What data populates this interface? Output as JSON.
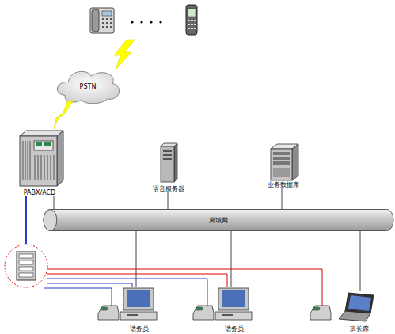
{
  "diagram": {
    "nodes": [
      {
        "text": [
          "PSTN"
        ]
      },
      {
        "text": [
          "PABX/ACD"
        ]
      },
      {
        "text": [
          "语音服务器"
        ]
      },
      {
        "text": [
          "业务数据库"
        ]
      },
      {
        "text": [
          "局域网"
        ]
      },
      {
        "text": [
          "话务员"
        ]
      },
      {
        "text": [
          "话务员"
        ]
      },
      {
        "text": [
          "班长席"
        ]
      }
    ],
    "edges": [
      {
        "from": 0,
        "to": 1,
        "arrow": "none"
      },
      {
        "from": 1,
        "to": 4,
        "arrow": "none"
      },
      {
        "from": 2,
        "to": 4,
        "arrow": "none"
      },
      {
        "from": 3,
        "to": 4,
        "arrow": "none"
      },
      {
        "from": 4,
        "to": 5,
        "arrow": "none"
      },
      {
        "from": 4,
        "to": 6,
        "arrow": "none"
      },
      {
        "from": 4,
        "to": 7,
        "arrow": "none"
      }
    ]
  }
}
